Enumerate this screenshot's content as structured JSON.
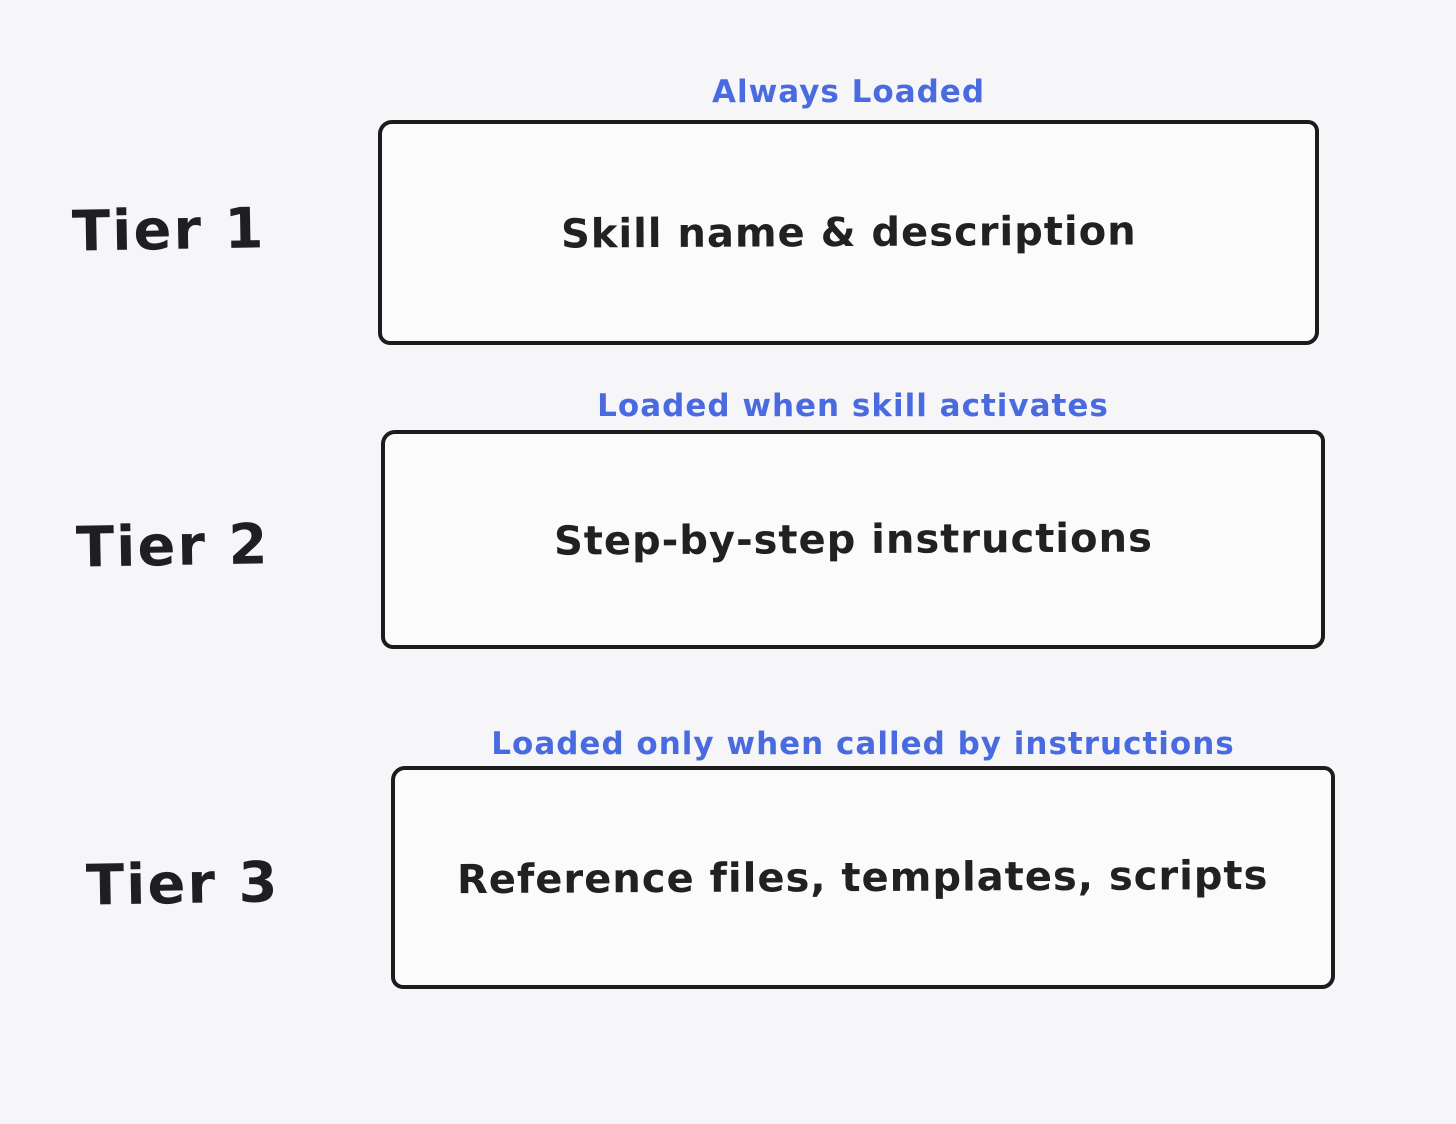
{
  "colors": {
    "background": "#f6f6f8",
    "accent_blue": "#4a6be0",
    "ink": "#1c1c1e",
    "box_fill": "#fbfbfc"
  },
  "diagram": {
    "tiers": [
      {
        "tier_label": "Tier 1",
        "caption": "Always Loaded",
        "box_text": "Skill name & description"
      },
      {
        "tier_label": "Tier 2",
        "caption": "Loaded when skill activates",
        "box_text": "Step-by-step instructions"
      },
      {
        "tier_label": "Tier 3",
        "caption": "Loaded only when called by instructions",
        "box_text": "Reference files, templates, scripts"
      }
    ]
  }
}
